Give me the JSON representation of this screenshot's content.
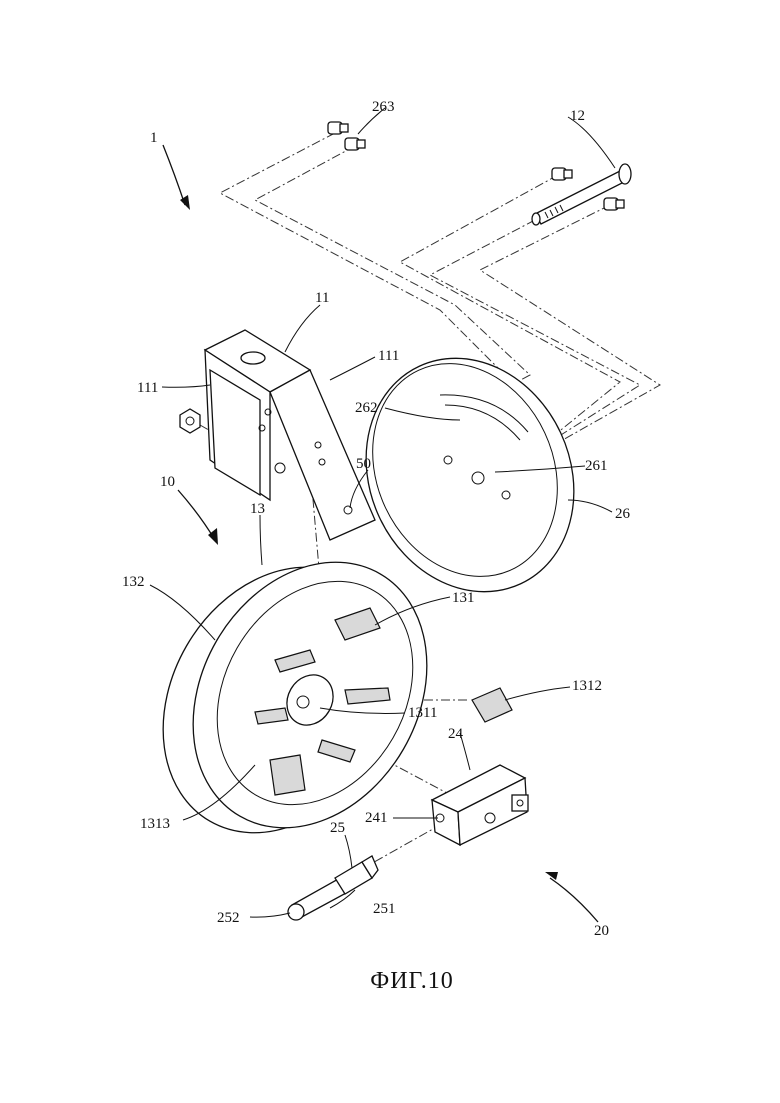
{
  "figure": {
    "caption": "ФИГ.10",
    "labels": {
      "l1": "1",
      "l10": "10",
      "l11": "11",
      "l111a": "111",
      "l111b": "111",
      "l12": "12",
      "l13": "13",
      "l131": "131",
      "l1311": "1311",
      "l1312": "1312",
      "l1313": "1313",
      "l132": "132",
      "l20": "20",
      "l24": "24",
      "l241": "241",
      "l25": "25",
      "l251": "251",
      "l252": "252",
      "l26": "26",
      "l261": "261",
      "l262": "262",
      "l263": "263",
      "l50": "50"
    }
  }
}
